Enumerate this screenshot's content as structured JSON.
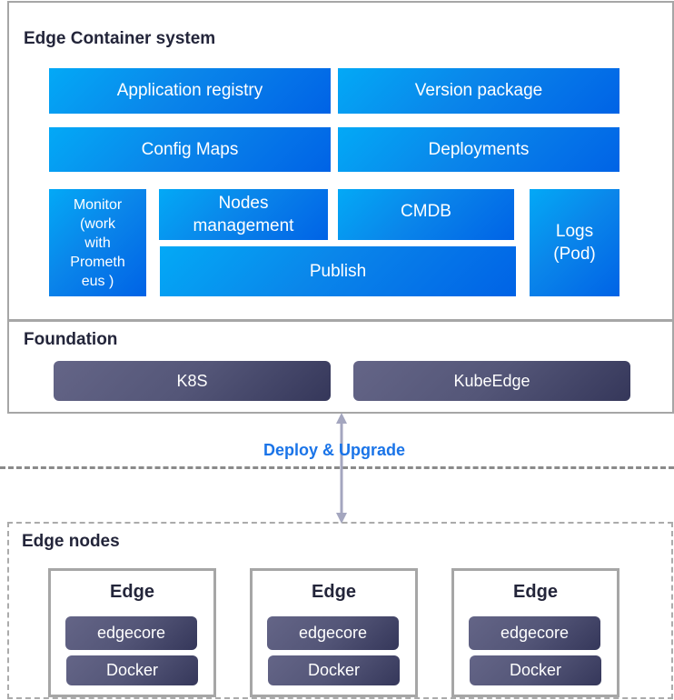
{
  "edge_container_system": {
    "title": "Edge Container system",
    "modules": {
      "application_registry": "Application registry",
      "version_package": "Version package",
      "config_maps": "Config Maps",
      "deployments": "Deployments",
      "monitor": [
        "Monitor",
        "(work",
        "with",
        "Prometh",
        "eus )"
      ],
      "nodes_management": [
        "Nodes",
        "management"
      ],
      "cmdb": "CMDB",
      "publish": "Publish",
      "logs": [
        "Logs",
        "(Pod)"
      ]
    }
  },
  "foundation": {
    "title": "Foundation",
    "items": [
      "K8S",
      "KubeEdge"
    ]
  },
  "connector": {
    "label": "Deploy & Upgrade",
    "direction": "bidirectional"
  },
  "edge_nodes": {
    "title": "Edge nodes",
    "nodes": [
      {
        "title": "Edge",
        "components": [
          "edgecore",
          "Docker"
        ]
      },
      {
        "title": "Edge",
        "components": [
          "edgecore",
          "Docker"
        ]
      },
      {
        "title": "Edge",
        "components": [
          "edgecore",
          "Docker"
        ]
      }
    ]
  },
  "colors": {
    "module_blue_start": "#03a9f6",
    "module_blue_end": "#0063e6",
    "dark_pill_start": "#646587",
    "dark_pill_end": "#35375a",
    "connector_label": "#1a74e8",
    "arrow": "#a4a6bf",
    "border": "#a6a6a6",
    "title_text": "#23253a"
  }
}
